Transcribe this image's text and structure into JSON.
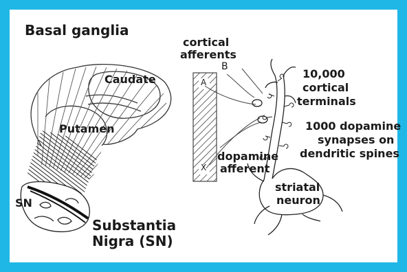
{
  "figure": {
    "frame_color": "#1fb7e6",
    "background_color": "#ffffff",
    "ink_color": "#1a1a1a"
  },
  "labels": {
    "basal_ganglia": "Basal ganglia",
    "caudate": "Caudate",
    "putamen": "Putamen",
    "sn": "SN",
    "substantia_nigra_line1": "Substantia",
    "substantia_nigra_line2": "Nigra (SN)",
    "cortical_afferents_line1": "cortical",
    "cortical_afferents_line2": "afferents",
    "marker_a": "A",
    "marker_b": "B",
    "marker_x": "X",
    "cortical_terminals_line1": "10,000",
    "cortical_terminals_line2": "cortical",
    "cortical_terminals_line3": "terminals",
    "dopamine_synapses_line1": "1000 dopamine",
    "dopamine_synapses_line2": "synapses on",
    "dopamine_synapses_line3": "dendritic spines",
    "dopamine_afferent_line1": "dopamine",
    "dopamine_afferent_line2": "afferent",
    "striatal_neuron_line1": "striatal",
    "striatal_neuron_line2": "neuron"
  }
}
